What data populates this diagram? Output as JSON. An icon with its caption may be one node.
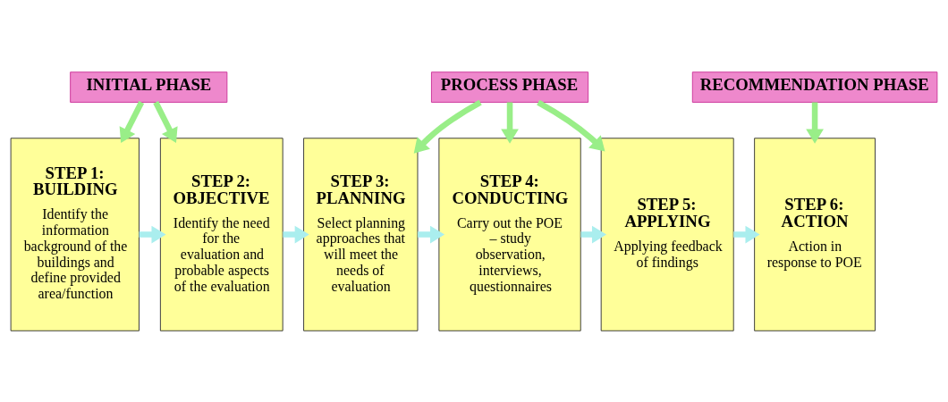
{
  "diagram": {
    "nodes": [
      {
        "text": [
          "INITIAL PHASE"
        ]
      },
      {
        "text": [
          "PROCESS PHASE"
        ]
      },
      {
        "text": [
          "RECOMMENDATION PHASE"
        ]
      },
      {
        "text": [
          "STEP 1: BUILDING",
          "Identify the information background of the buildings and define provided area/function"
        ]
      },
      {
        "text": [
          "STEP 2: OBJECTIVE",
          "Identify the need for the evaluation and probable aspects of the evaluation"
        ]
      },
      {
        "text": [
          "STEP 3: PLANNING",
          "Select planning approaches that will meet the needs of evaluation"
        ]
      },
      {
        "text": [
          "STEP 4: CONDUCTING",
          "Carry out the POE – study observation, interviews, questionnaires"
        ]
      },
      {
        "text": [
          "STEP 5: APPLYING",
          "Applying feedback of findings"
        ]
      },
      {
        "text": [
          "STEP 6: ACTION",
          "Action in response to POE"
        ]
      }
    ],
    "edges": [
      {
        "from": 0,
        "to": 3,
        "arrow": "to",
        "color": "#99ee88"
      },
      {
        "from": 0,
        "to": 4,
        "arrow": "to",
        "color": "#99ee88"
      },
      {
        "from": 1,
        "to": 5,
        "arrow": "to",
        "color": "#99ee88"
      },
      {
        "from": 1,
        "to": 6,
        "arrow": "to",
        "color": "#99ee88"
      },
      {
        "from": 1,
        "to": 7,
        "arrow": "to",
        "color": "#99ee88"
      },
      {
        "from": 2,
        "to": 8,
        "arrow": "to",
        "color": "#99ee88"
      },
      {
        "from": 3,
        "to": 4,
        "arrow": "to",
        "color": "#aaeeee"
      },
      {
        "from": 4,
        "to": 5,
        "arrow": "to",
        "color": "#aaeeee"
      },
      {
        "from": 5,
        "to": 6,
        "arrow": "to",
        "color": "#aaeeee"
      },
      {
        "from": 6,
        "to": 7,
        "arrow": "to",
        "color": "#aaeeee"
      },
      {
        "from": 7,
        "to": 8,
        "arrow": "to",
        "color": "#aaeeee"
      }
    ]
  }
}
